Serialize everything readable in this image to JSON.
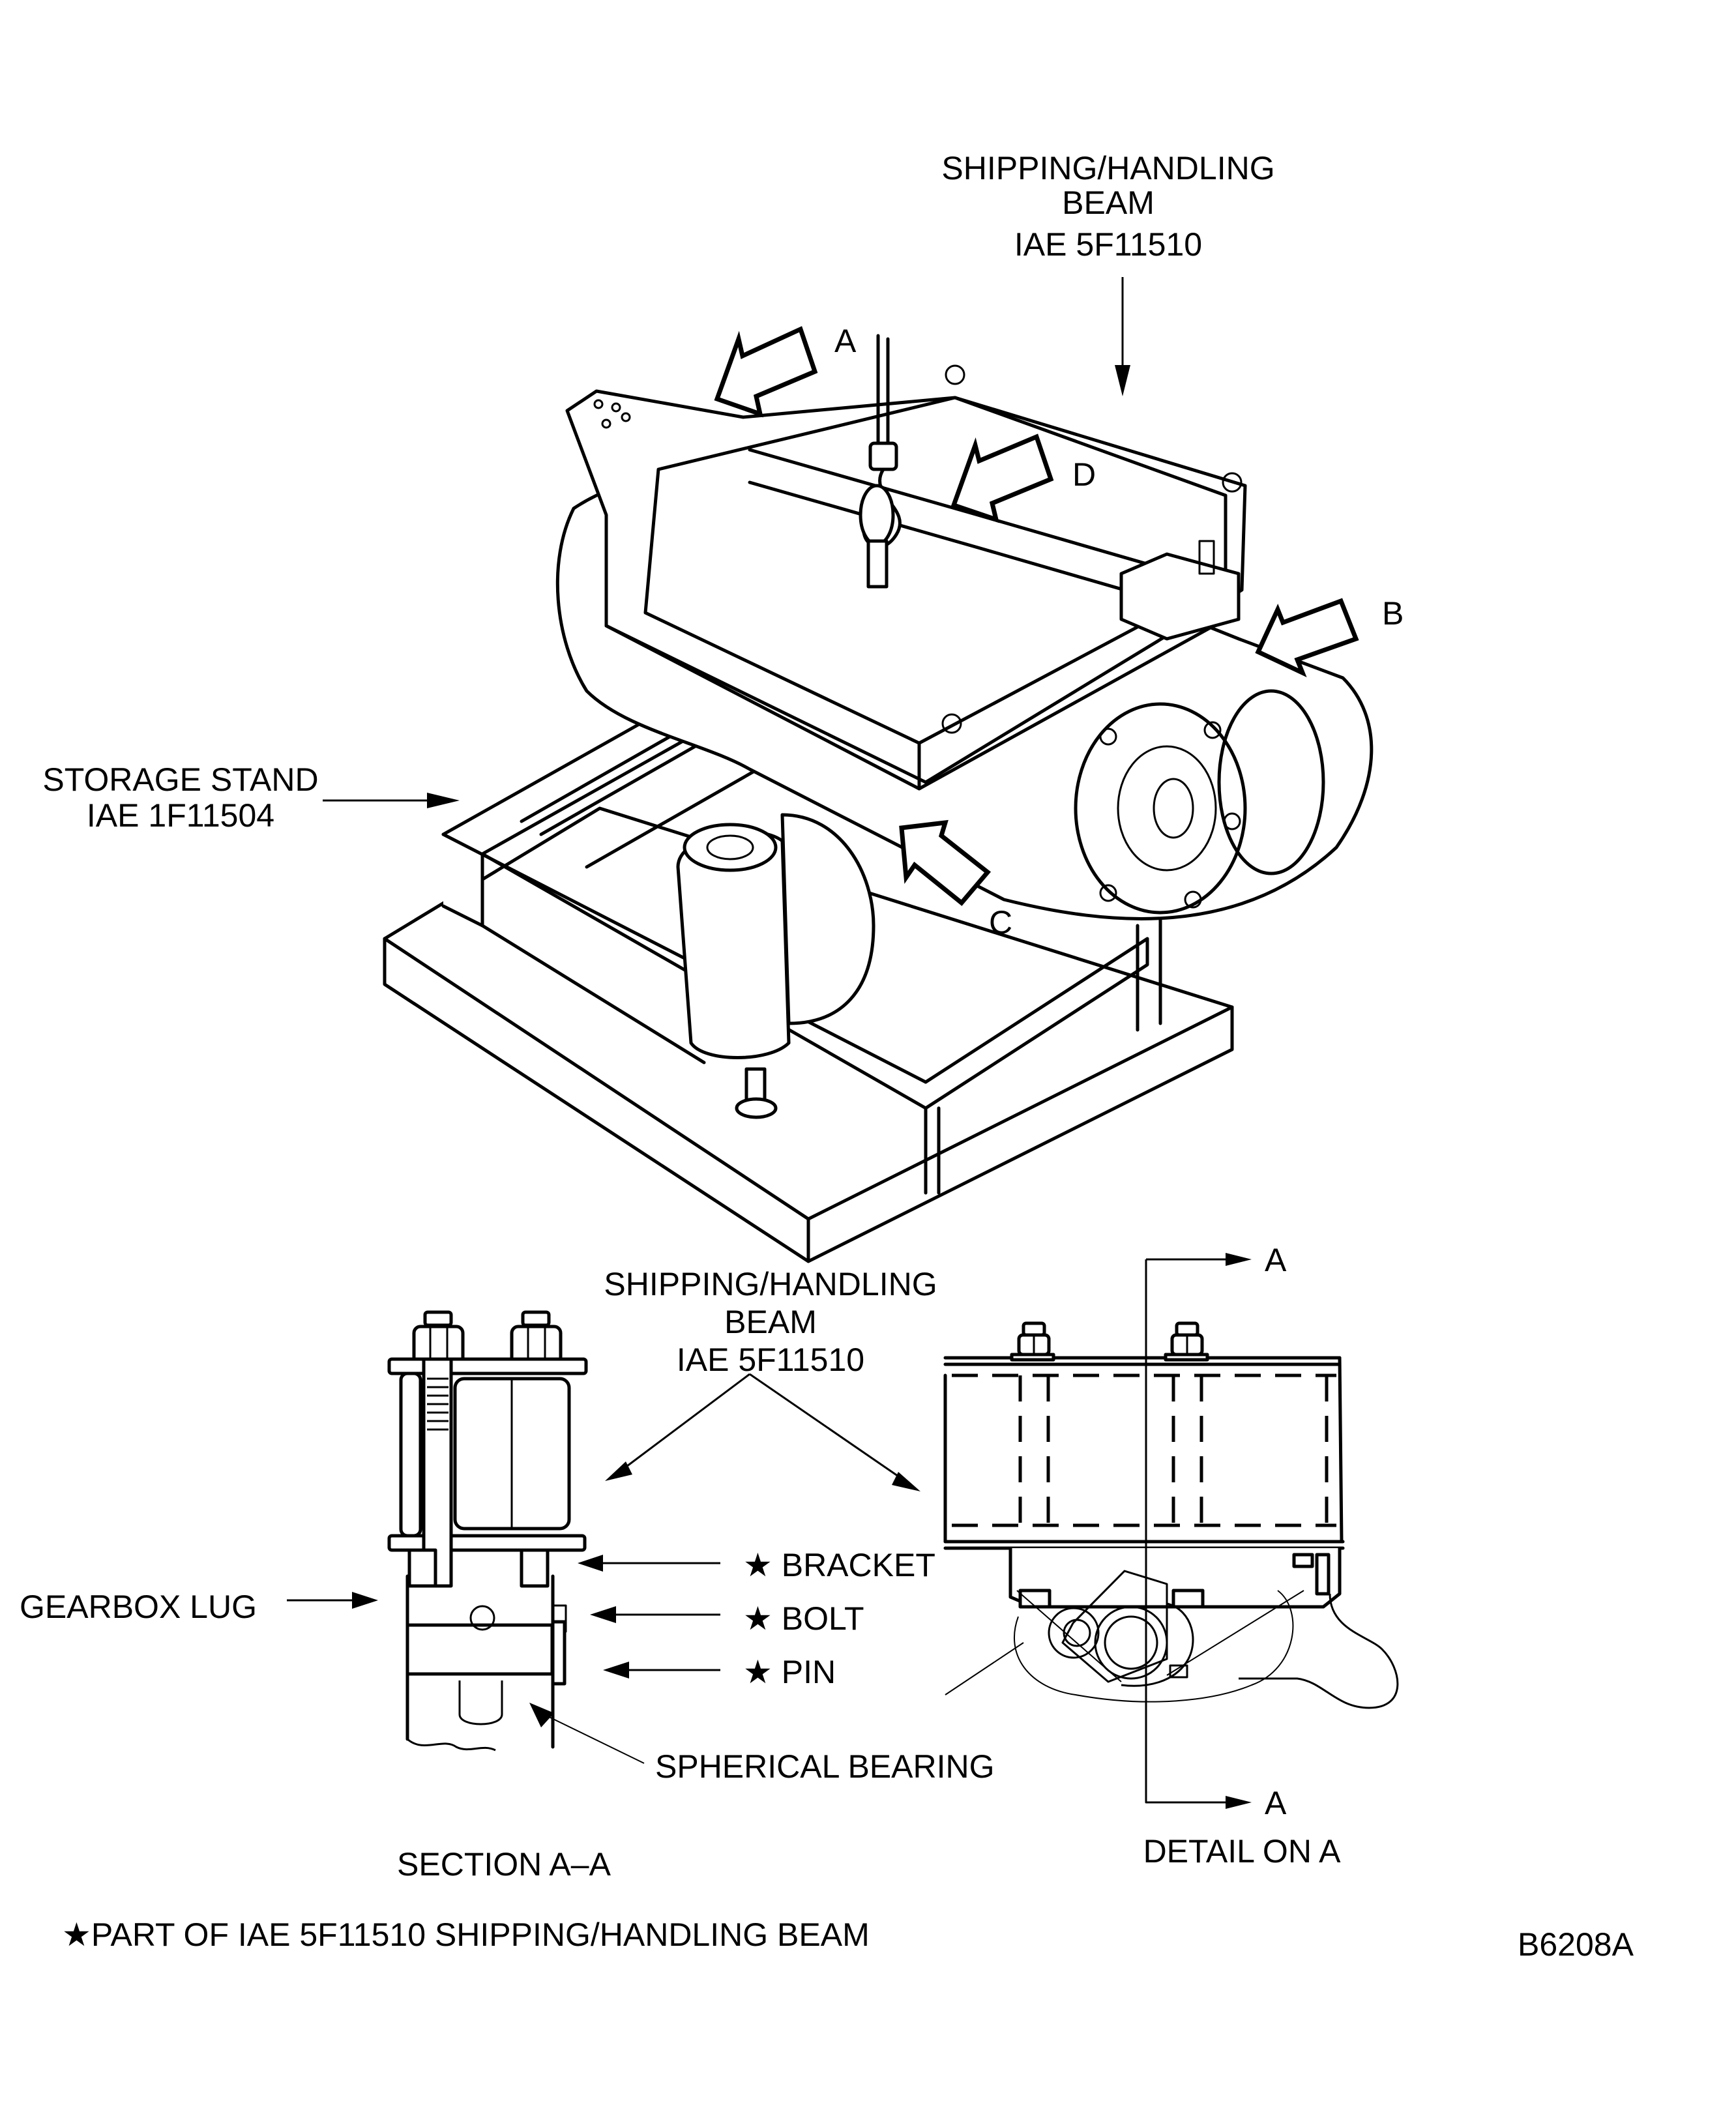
{
  "figure_id": "B6208A",
  "colors": {
    "ink": "#000000",
    "paper": "#ffffff"
  },
  "main_view": {
    "beam_label": {
      "line1": "SHIPPING/HANDLING",
      "line2": "BEAM",
      "line3": "IAE 5F11510"
    },
    "stand_label": {
      "line1": "STORAGE STAND",
      "line2": "IAE 1F11504"
    },
    "view_arrows": [
      {
        "letter": "A"
      },
      {
        "letter": "B"
      },
      {
        "letter": "C"
      },
      {
        "letter": "D"
      }
    ]
  },
  "section_view": {
    "beam_label": {
      "line1": "SHIPPING/HANDLING",
      "line2": "BEAM",
      "line3": "IAE 5F11510"
    },
    "callouts": {
      "gearbox_lug": "GEARBOX LUG",
      "bracket": "★ BRACKET",
      "bolt": "★  BOLT",
      "pin": "★  PIN",
      "spherical_bearing": "SPHERICAL BEARING"
    },
    "section_title": "SECTION A–A",
    "detail_title": "DETAIL ON A",
    "section_marker_top": "A",
    "section_marker_bottom": "A"
  },
  "footnote": "★PART OF IAE 5F11510 SHIPPING/HANDLING BEAM",
  "figure_code": "B6208A"
}
